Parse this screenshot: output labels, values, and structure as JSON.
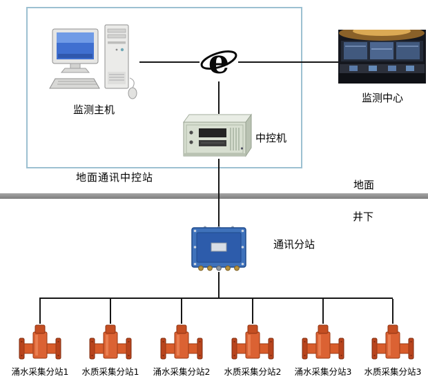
{
  "diagram": {
    "ground_box_label": "地面通讯中控站",
    "host_label": "监测主机",
    "center_label": "监测中心",
    "control_label": "中控机",
    "substation_label": "通讯分站",
    "surface_label": "地面",
    "underground_label": "井下",
    "devices": [
      {
        "label": "涌水采集分站1"
      },
      {
        "label": "水质采集分站1"
      },
      {
        "label": "涌水采集分站2"
      },
      {
        "label": "水质采集分站2"
      },
      {
        "label": "涌水采集分站3"
      },
      {
        "label": "水质采集分站3"
      }
    ],
    "colors": {
      "box_border": "#9cc0d1",
      "divider_gray": "#8d8d8d",
      "connector_black": "#151515",
      "substation_blue": "#3f72bb",
      "sensor_orange": "#d85c2b"
    }
  }
}
